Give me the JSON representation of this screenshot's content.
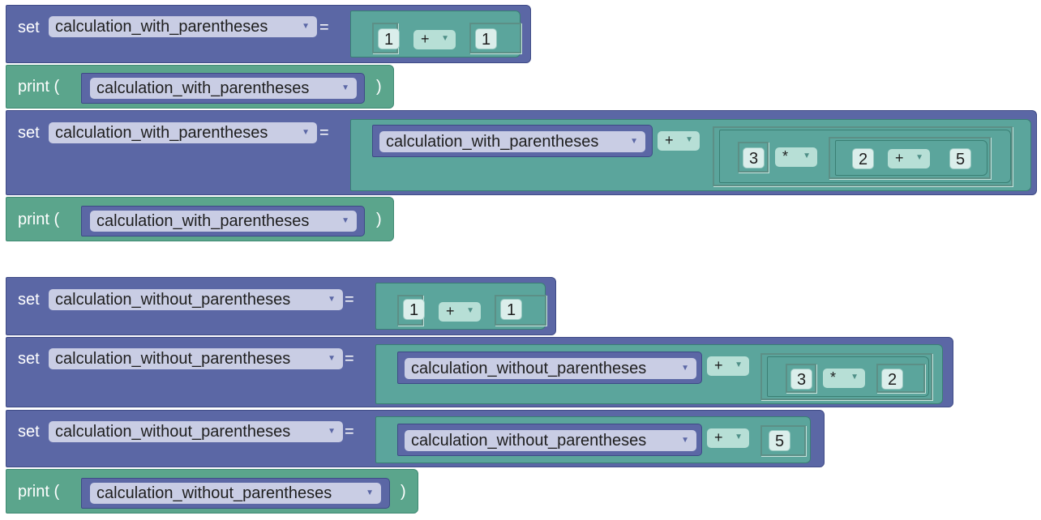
{
  "keywords": {
    "set": "set",
    "equals": "=",
    "print_open": "print (",
    "print_close": ")"
  },
  "variables": {
    "with": "calculation_with_parentheses",
    "without": "calculation_without_parentheses"
  },
  "operators": {
    "plus": "+",
    "times": "*"
  },
  "numbers": {
    "n1": "1",
    "n2": "2",
    "n3": "3",
    "n5": "5"
  },
  "icons": {
    "dropdown": "caret-down-icon"
  },
  "colors": {
    "variables_block": "#5b67a5",
    "math_block": "#5ba59c",
    "print_block": "#5ba58c",
    "dropdown_bg": "#c9cde4",
    "number_bg": "#dbeeeb"
  }
}
